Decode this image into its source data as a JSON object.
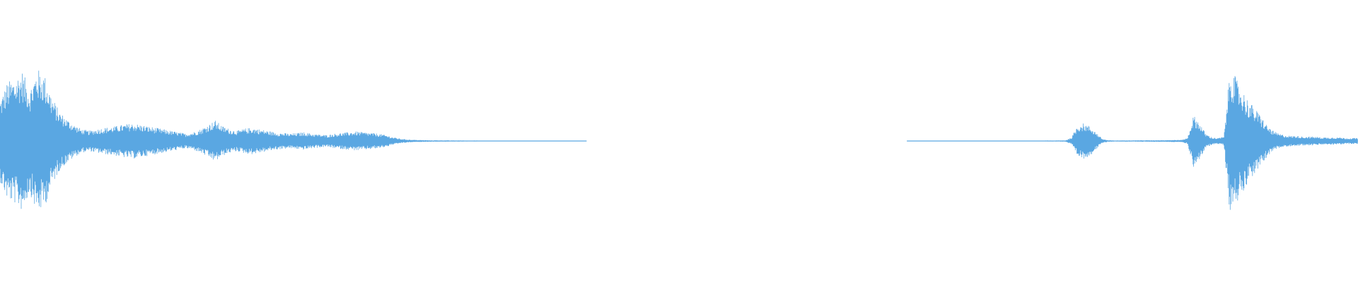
{
  "waveform": {
    "color": "#5aa7e2",
    "samples_per_segment_note": "",
    "segments": [
      {
        "name": "segment-left",
        "start_fraction": 0.0,
        "end_fraction": 0.432,
        "envelope": [
          0.55,
          0.8,
          0.85,
          0.95,
          0.7,
          0.98,
          0.9,
          0.6,
          0.4,
          0.3,
          0.22,
          0.16,
          0.14,
          0.16,
          0.18,
          0.19,
          0.21,
          0.23,
          0.24,
          0.22,
          0.2,
          0.18,
          0.16,
          0.14,
          0.12,
          0.1,
          0.12,
          0.16,
          0.22,
          0.28,
          0.2,
          0.16,
          0.14,
          0.17,
          0.18,
          0.16,
          0.14,
          0.12,
          0.11,
          0.1,
          0.11,
          0.12,
          0.1,
          0.09,
          0.08,
          0.1,
          0.11,
          0.12,
          0.13,
          0.12,
          0.11,
          0.1,
          0.08,
          0.05,
          0.03,
          0.02,
          0.015,
          0.012,
          0.01,
          0.01,
          0.009,
          0.008,
          0.008,
          0.007,
          0.007,
          0.006,
          0.006,
          0.006,
          0.005,
          0.005,
          0.005,
          0.004,
          0.004,
          0.004,
          0.004,
          0.003,
          0.003,
          0.003,
          0.003,
          0.003
        ]
      },
      {
        "name": "segment-right",
        "start_fraction": 0.668,
        "end_fraction": 1.0,
        "envelope": [
          0.004,
          0.004,
          0.005,
          0.005,
          0.005,
          0.005,
          0.005,
          0.005,
          0.005,
          0.005,
          0.005,
          0.005,
          0.005,
          0.005,
          0.005,
          0.005,
          0.005,
          0.006,
          0.006,
          0.006,
          0.006,
          0.006,
          0.006,
          0.007,
          0.007,
          0.008,
          0.009,
          0.05,
          0.22,
          0.24,
          0.2,
          0.12,
          0.03,
          0.01,
          0.008,
          0.008,
          0.009,
          0.009,
          0.01,
          0.01,
          0.01,
          0.011,
          0.012,
          0.013,
          0.014,
          0.015,
          0.04,
          0.35,
          0.25,
          0.1,
          0.05,
          0.04,
          0.06,
          1.0,
          0.85,
          0.7,
          0.55,
          0.45,
          0.35,
          0.22,
          0.14,
          0.1,
          0.08,
          0.07,
          0.07,
          0.06,
          0.06,
          0.06,
          0.05,
          0.05,
          0.05,
          0.05,
          0.04,
          0.04,
          0.04
        ]
      }
    ]
  }
}
